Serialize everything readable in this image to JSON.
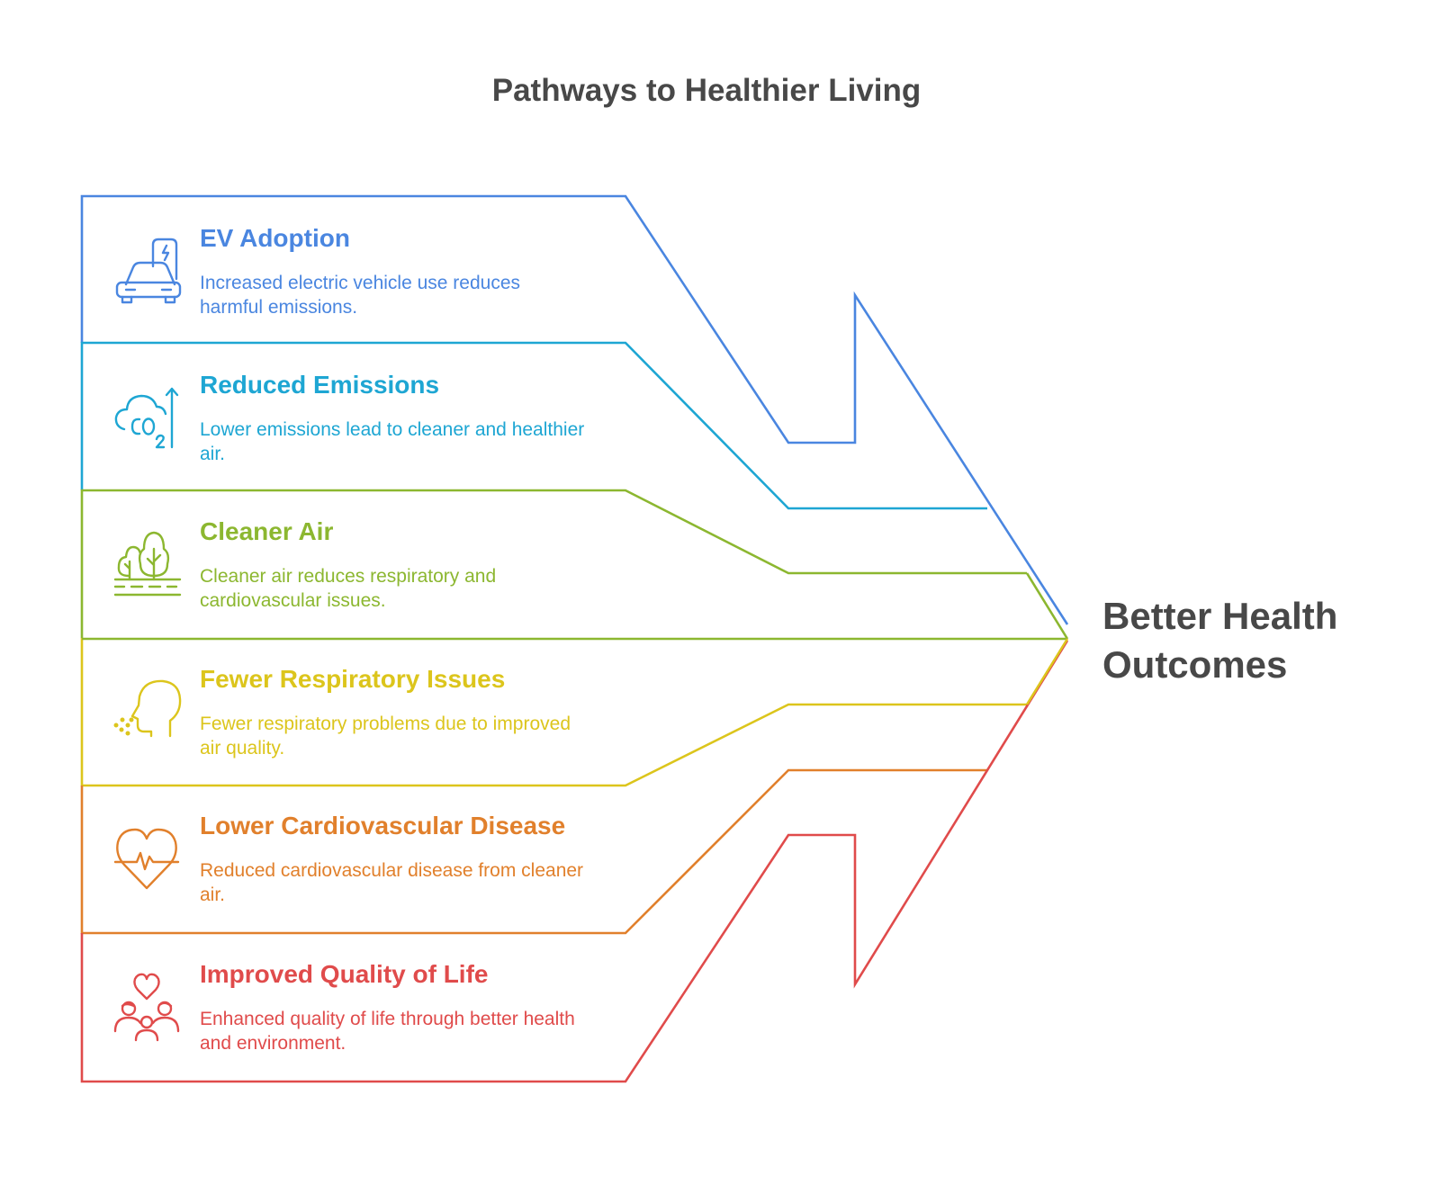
{
  "title": "Pathways to Healthier Living",
  "outcome": {
    "line1": "Better Health",
    "line2": "Outcomes"
  },
  "steps": [
    {
      "title": "EV Adoption",
      "desc_line1": "Increased electric vehicle use reduces",
      "desc_line2": "harmful emissions.",
      "color": "#4a86e0",
      "icon": "ev-car-charging-icon"
    },
    {
      "title": "Reduced Emissions",
      "desc_line1": "Lower emissions lead to cleaner and healthier",
      "desc_line2": "air.",
      "color": "#1ea6d3",
      "icon": "co2-cloud-icon"
    },
    {
      "title": "Cleaner Air",
      "desc_line1": "Cleaner air reduces respiratory and",
      "desc_line2": "cardiovascular issues.",
      "color": "#8cb730",
      "icon": "trees-icon"
    },
    {
      "title": "Fewer Respiratory Issues",
      "desc_line1": "Fewer respiratory problems due to improved",
      "desc_line2": "air quality.",
      "color": "#dcc51c",
      "icon": "head-breathing-icon"
    },
    {
      "title": "Lower Cardiovascular Disease",
      "desc_line1": "Reduced cardiovascular disease from cleaner",
      "desc_line2": "air.",
      "color": "#e1802c",
      "icon": "heart-pulse-icon"
    },
    {
      "title": "Improved Quality of Life",
      "desc_line1": "Enhanced quality of life through better health",
      "desc_line2": "and environment.",
      "color": "#e04b4b",
      "icon": "family-heart-icon"
    }
  ]
}
